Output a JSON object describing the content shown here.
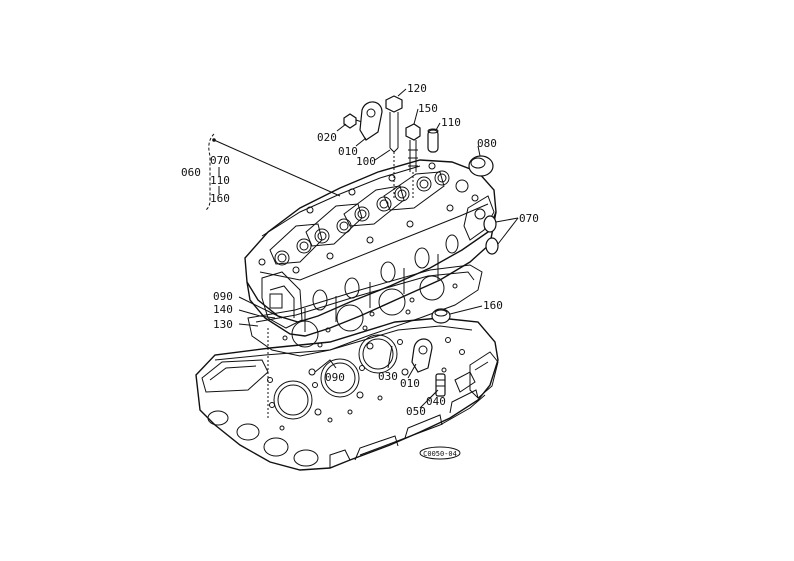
{
  "diagram": {
    "callouts": {
      "p120": "120",
      "p150": "150",
      "p110": "110",
      "p080": "080",
      "p020": "020",
      "p010_top": "010",
      "p100": "100",
      "p060": "060",
      "p070_group": "070",
      "p110_group": "110",
      "p160_group": "160",
      "p070_right": "070",
      "p090_left": "090",
      "p140": "140",
      "p130": "130",
      "p160": "160",
      "p090_mid": "090",
      "p030": "030",
      "p010_mid": "010",
      "p040": "040",
      "p050": "050"
    },
    "code": "C0050-04"
  }
}
